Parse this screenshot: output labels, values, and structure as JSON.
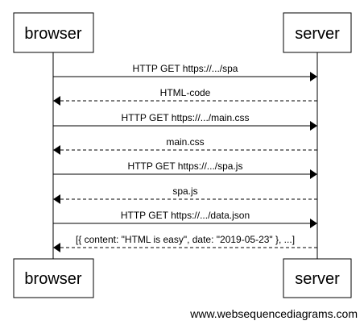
{
  "participants": {
    "left": "browser",
    "right": "server"
  },
  "messages": [
    {
      "label": "HTTP GET https://.../spa",
      "direction": "to-server",
      "style": "solid"
    },
    {
      "label": "HTML-code",
      "direction": "to-browser",
      "style": "dashed"
    },
    {
      "label": "HTTP GET https://.../main.css",
      "direction": "to-server",
      "style": "solid"
    },
    {
      "label": "main.css",
      "direction": "to-browser",
      "style": "dashed"
    },
    {
      "label": "HTTP GET https://.../spa.js",
      "direction": "to-server",
      "style": "solid"
    },
    {
      "label": "spa.js",
      "direction": "to-browser",
      "style": "dashed"
    },
    {
      "label": "HTTP GET https://.../data.json",
      "direction": "to-server",
      "style": "solid"
    },
    {
      "label": "[{ content: \"HTML is easy\", date: \"2019-05-23\" }, ...]",
      "direction": "to-browser",
      "style": "dashed"
    }
  ],
  "footer": "www.websequencediagrams.com"
}
